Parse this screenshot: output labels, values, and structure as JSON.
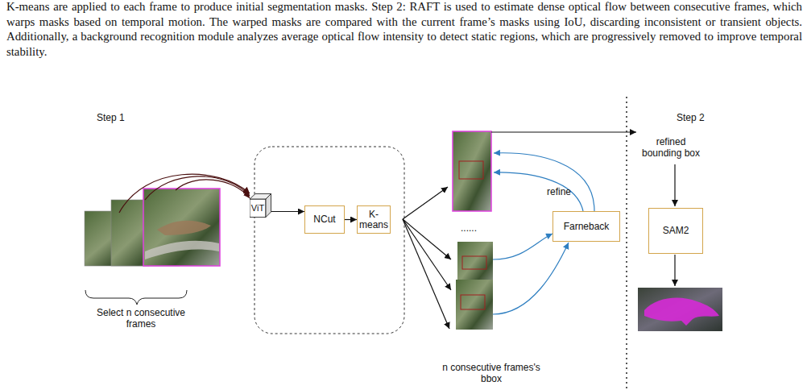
{
  "diagram": {
    "caption": "K-means are applied to each frame to produce initial segmentation masks. Step 2: RAFT is used to estimate dense optical flow between consecutive frames, which warps masks based on temporal motion. The warped masks are compared with the current frame’s masks using IoU, discarding inconsistent or transient objects. Additionally, a background recognition module analyzes average optical flow intensity to detect static regions, which are progressively removed to improve temporal stability.",
    "nodes": [
      {
        "text": [
          "ViT"
        ]
      },
      {
        "text": [
          "NCut"
        ]
      },
      {
        "text": [
          "K-means"
        ]
      },
      {
        "text": [
          "Farneback"
        ]
      },
      {
        "text": [
          "SAM2"
        ]
      }
    ],
    "edges": [
      {
        "from": 0,
        "to": 1,
        "arrow": "to"
      },
      {
        "from": 1,
        "to": 2,
        "arrow": "to"
      }
    ],
    "labels": [
      "Step 1",
      "Step 2",
      "Select n consecutive frames",
      "......",
      "refine",
      "refined bounding box",
      "n consecutive frames's bbox"
    ]
  }
}
